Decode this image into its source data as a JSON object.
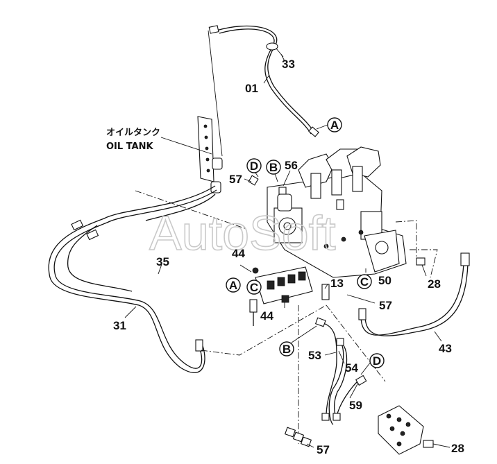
{
  "watermark": "AutoSoft",
  "oil_tank": {
    "label_jp": "オイルタンク",
    "label_en": "OIL TANK"
  },
  "part_labels": [
    {
      "id": "p33",
      "text": "33"
    },
    {
      "id": "p01",
      "text": "01"
    },
    {
      "id": "p56",
      "text": "56"
    },
    {
      "id": "p57a",
      "text": "57"
    },
    {
      "id": "p44a",
      "text": "44"
    },
    {
      "id": "p35",
      "text": "35"
    },
    {
      "id": "p31",
      "text": "31"
    },
    {
      "id": "p44b",
      "text": "44"
    },
    {
      "id": "p13",
      "text": "13"
    },
    {
      "id": "p50",
      "text": "50"
    },
    {
      "id": "p28a",
      "text": "28"
    },
    {
      "id": "p57b",
      "text": "57"
    },
    {
      "id": "p43",
      "text": "43"
    },
    {
      "id": "p53",
      "text": "53"
    },
    {
      "id": "p54",
      "text": "54"
    },
    {
      "id": "p59",
      "text": "59"
    },
    {
      "id": "p57c",
      "text": "57"
    },
    {
      "id": "p28b",
      "text": "28"
    }
  ],
  "connection_refs": [
    {
      "id": "refA1",
      "text": "A"
    },
    {
      "id": "refD1",
      "text": "D"
    },
    {
      "id": "refB1",
      "text": "B"
    },
    {
      "id": "refA2",
      "text": "A"
    },
    {
      "id": "refC1",
      "text": "C"
    },
    {
      "id": "refC2",
      "text": "C"
    },
    {
      "id": "refB2",
      "text": "B"
    },
    {
      "id": "refD2",
      "text": "D"
    }
  ]
}
